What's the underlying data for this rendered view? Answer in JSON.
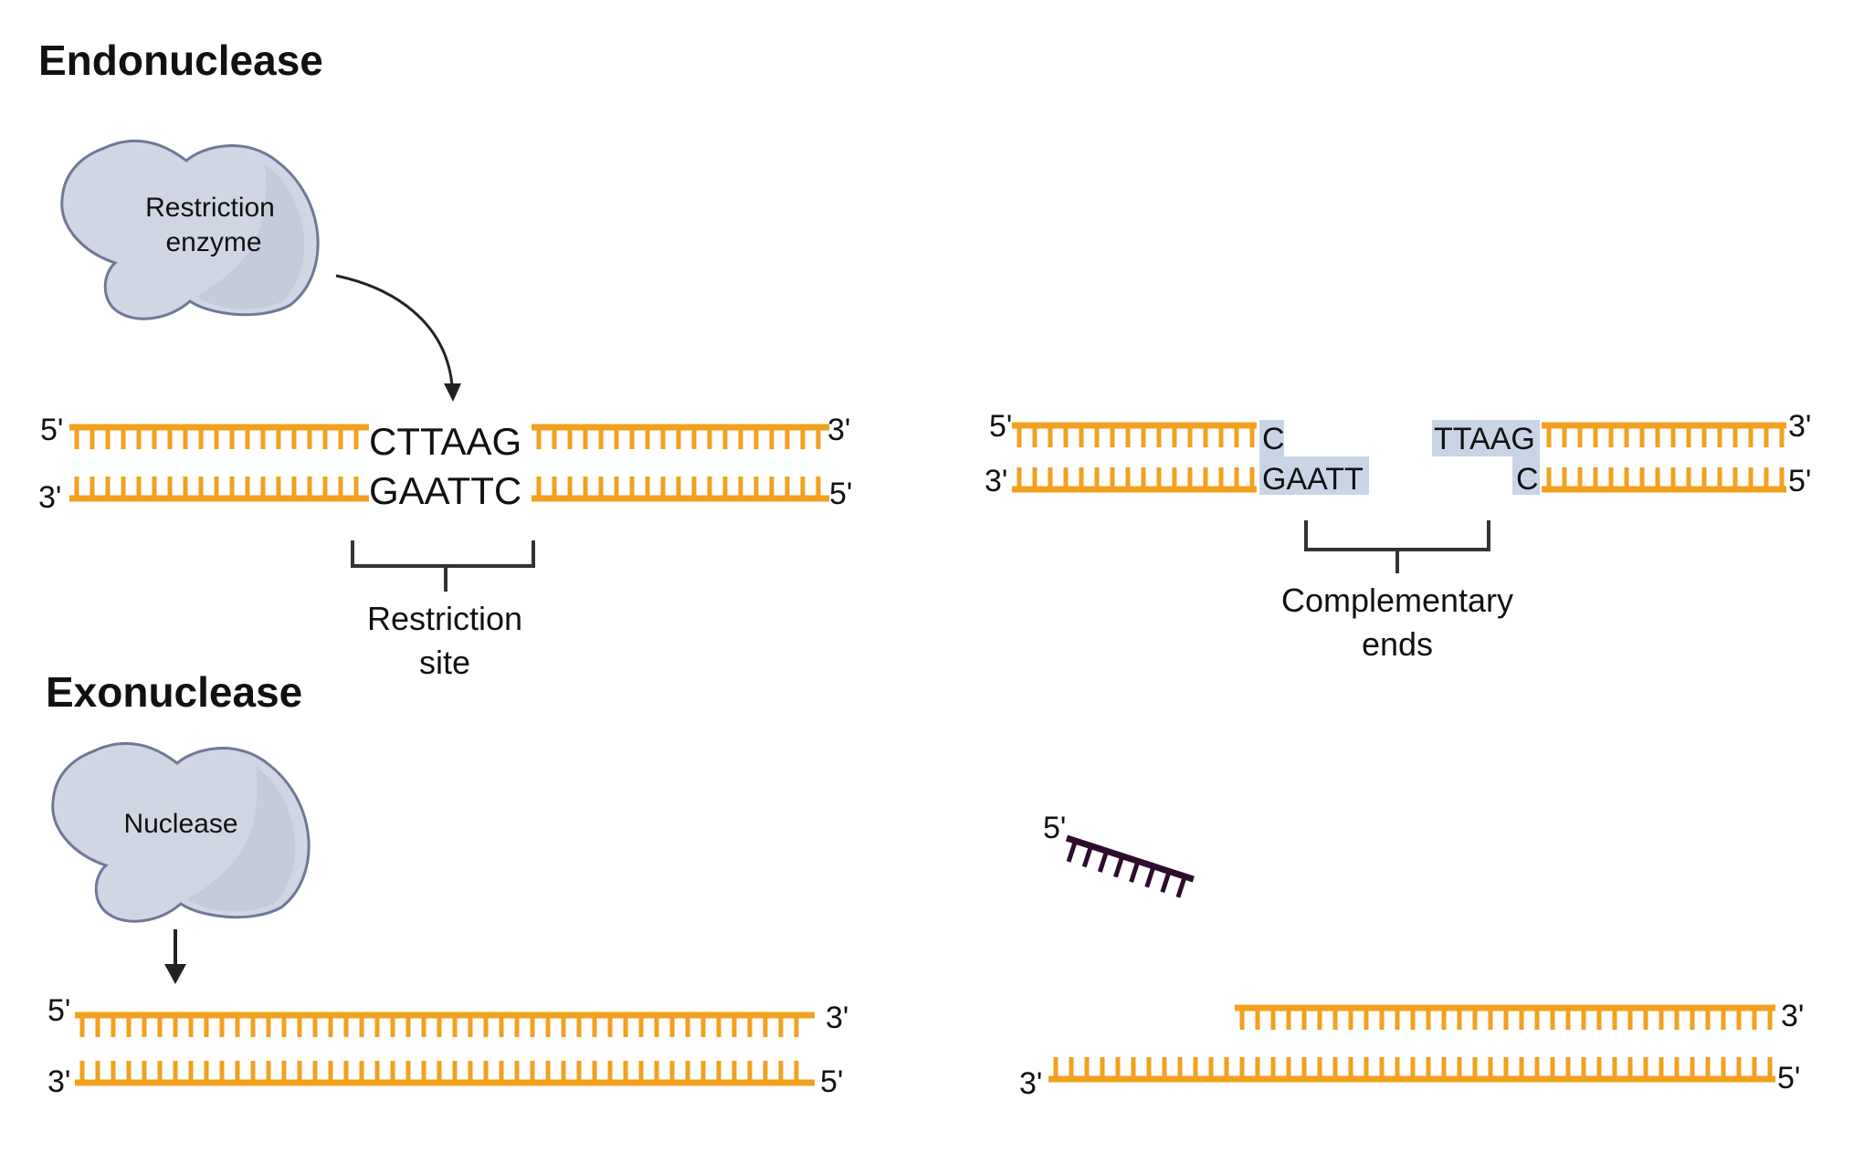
{
  "endonuclease": {
    "title": "Endonuclease",
    "enzyme_label": [
      "Restriction",
      "enzyme"
    ],
    "strand_ends": {
      "top_left": "5'",
      "top_right": "3'",
      "bottom_left": "3'",
      "bottom_right": "5'"
    },
    "site_top": "CTTAAG",
    "site_bottom": "GAATTC",
    "site_label": [
      "Restriction",
      "site"
    ],
    "cut": {
      "strand_ends": {
        "top_left": "5'",
        "top_right": "3'",
        "bottom_left": "3'",
        "bottom_right": "5'"
      },
      "left_top": "C",
      "left_bottom": "GAATT",
      "right_top": "TTAAG",
      "right_bottom": "C",
      "ends_label": [
        "Complementary",
        "ends"
      ]
    }
  },
  "exonuclease": {
    "title": "Exonuclease",
    "enzyme_label": "Nuclease",
    "strand_ends": {
      "top_left": "5'",
      "top_right": "3'",
      "bottom_left": "3'",
      "bottom_right": "5'"
    },
    "result": {
      "fragment_end": "5'",
      "strand_ends": {
        "top_right": "3'",
        "bottom_left": "3'",
        "bottom_right": "5'"
      }
    }
  },
  "colors": {
    "dna": "#F2A11F",
    "enzyme_fill": "#D0D6E4",
    "enzyme_stroke": "#6F7894",
    "overhang_highlight": "#C9D5E6",
    "fragment": "#2E0C2E"
  }
}
